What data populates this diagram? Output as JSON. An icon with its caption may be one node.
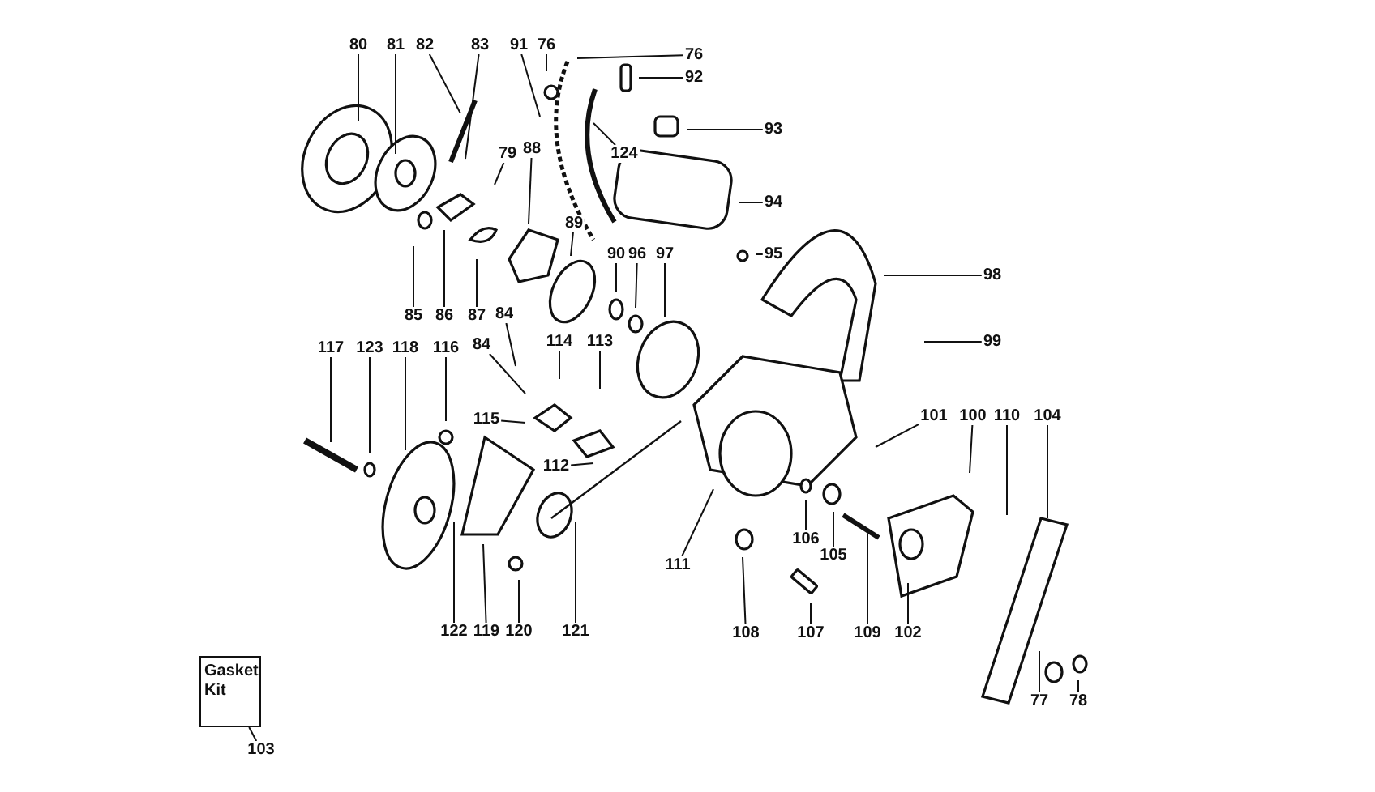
{
  "diagram": {
    "nodes": [
      {
        "text": [
          "80"
        ]
      },
      {
        "text": [
          "81"
        ]
      },
      {
        "text": [
          "82"
        ]
      },
      {
        "text": [
          "83"
        ]
      },
      {
        "text": [
          "91"
        ]
      },
      {
        "text": [
          "76"
        ]
      },
      {
        "text": [
          "76"
        ]
      },
      {
        "text": [
          "92"
        ]
      },
      {
        "text": [
          "93"
        ]
      },
      {
        "text": [
          "79"
        ]
      },
      {
        "text": [
          "88"
        ]
      },
      {
        "text": [
          "124"
        ]
      },
      {
        "text": [
          "94"
        ]
      },
      {
        "text": [
          "89"
        ]
      },
      {
        "text": [
          "90"
        ]
      },
      {
        "text": [
          "96"
        ]
      },
      {
        "text": [
          "97"
        ]
      },
      {
        "text": [
          "95"
        ]
      },
      {
        "text": [
          "98"
        ]
      },
      {
        "text": [
          "85"
        ]
      },
      {
        "text": [
          "86"
        ]
      },
      {
        "text": [
          "87"
        ]
      },
      {
        "text": [
          "84"
        ]
      },
      {
        "text": [
          "99"
        ]
      },
      {
        "text": [
          "84"
        ]
      },
      {
        "text": [
          "114"
        ]
      },
      {
        "text": [
          "113"
        ]
      },
      {
        "text": [
          "117"
        ]
      },
      {
        "text": [
          "123"
        ]
      },
      {
        "text": [
          "118"
        ]
      },
      {
        "text": [
          "116"
        ]
      },
      {
        "text": [
          "115"
        ]
      },
      {
        "text": [
          "112"
        ]
      },
      {
        "text": [
          "101"
        ]
      },
      {
        "text": [
          "100"
        ]
      },
      {
        "text": [
          "110"
        ]
      },
      {
        "text": [
          "104"
        ]
      },
      {
        "text": [
          "111"
        ]
      },
      {
        "text": [
          "106"
        ]
      },
      {
        "text": [
          "105"
        ]
      },
      {
        "text": [
          "122"
        ]
      },
      {
        "text": [
          "119"
        ]
      },
      {
        "text": [
          "120"
        ]
      },
      {
        "text": [
          "121"
        ]
      },
      {
        "text": [
          "108"
        ]
      },
      {
        "text": [
          "107"
        ]
      },
      {
        "text": [
          "109"
        ]
      },
      {
        "text": [
          "102"
        ]
      },
      {
        "text": [
          "77"
        ]
      },
      {
        "text": [
          "78"
        ]
      },
      {
        "text": [
          "Gasket Kit"
        ]
      },
      {
        "text": [
          "103"
        ]
      }
    ],
    "edges": [
      {
        "from": 0,
        "to": null,
        "arrow": "none"
      },
      {
        "from": 1,
        "to": null,
        "arrow": "none"
      },
      {
        "from": 2,
        "to": null,
        "arrow": "none"
      },
      {
        "from": 3,
        "to": null,
        "arrow": "none"
      },
      {
        "from": 4,
        "to": null,
        "arrow": "none"
      },
      {
        "from": 5,
        "to": null,
        "arrow": "none"
      },
      {
        "from": 6,
        "to": null,
        "arrow": "none"
      },
      {
        "from": 7,
        "to": null,
        "arrow": "none"
      },
      {
        "from": 8,
        "to": null,
        "arrow": "none"
      },
      {
        "from": 9,
        "to": null,
        "arrow": "none"
      },
      {
        "from": 10,
        "to": null,
        "arrow": "none"
      },
      {
        "from": 11,
        "to": null,
        "arrow": "none"
      },
      {
        "from": 12,
        "to": null,
        "arrow": "none"
      },
      {
        "from": 13,
        "to": null,
        "arrow": "none"
      },
      {
        "from": 14,
        "to": null,
        "arrow": "none"
      },
      {
        "from": 15,
        "to": null,
        "arrow": "none"
      },
      {
        "from": 16,
        "to": null,
        "arrow": "none"
      },
      {
        "from": 17,
        "to": null,
        "arrow": "none"
      },
      {
        "from": 18,
        "to": null,
        "arrow": "none"
      },
      {
        "from": 19,
        "to": null,
        "arrow": "none"
      },
      {
        "from": 20,
        "to": null,
        "arrow": "none"
      },
      {
        "from": 21,
        "to": null,
        "arrow": "none"
      },
      {
        "from": 22,
        "to": null,
        "arrow": "none"
      },
      {
        "from": 23,
        "to": null,
        "arrow": "none"
      },
      {
        "from": 24,
        "to": null,
        "arrow": "none"
      },
      {
        "from": 25,
        "to": null,
        "arrow": "none"
      },
      {
        "from": 26,
        "to": null,
        "arrow": "none"
      },
      {
        "from": 27,
        "to": null,
        "arrow": "none"
      },
      {
        "from": 28,
        "to": null,
        "arrow": "none"
      },
      {
        "from": 29,
        "to": null,
        "arrow": "none"
      },
      {
        "from": 30,
        "to": null,
        "arrow": "none"
      },
      {
        "from": 31,
        "to": null,
        "arrow": "none"
      },
      {
        "from": 32,
        "to": null,
        "arrow": "none"
      },
      {
        "from": 33,
        "to": null,
        "arrow": "none"
      },
      {
        "from": 34,
        "to": null,
        "arrow": "none"
      },
      {
        "from": 35,
        "to": null,
        "arrow": "none"
      },
      {
        "from": 36,
        "to": null,
        "arrow": "none"
      },
      {
        "from": 37,
        "to": null,
        "arrow": "none"
      },
      {
        "from": 38,
        "to": null,
        "arrow": "none"
      },
      {
        "from": 39,
        "to": null,
        "arrow": "none"
      },
      {
        "from": 40,
        "to": null,
        "arrow": "none"
      },
      {
        "from": 41,
        "to": null,
        "arrow": "none"
      },
      {
        "from": 42,
        "to": null,
        "arrow": "none"
      },
      {
        "from": 43,
        "to": null,
        "arrow": "none"
      },
      {
        "from": 44,
        "to": null,
        "arrow": "none"
      },
      {
        "from": 45,
        "to": null,
        "arrow": "none"
      },
      {
        "from": 46,
        "to": null,
        "arrow": "none"
      },
      {
        "from": 47,
        "to": null,
        "arrow": "none"
      },
      {
        "from": 48,
        "to": null,
        "arrow": "none"
      },
      {
        "from": 49,
        "to": null,
        "arrow": "none"
      },
      {
        "from": 50,
        "to": 51,
        "arrow": "none"
      }
    ]
  }
}
